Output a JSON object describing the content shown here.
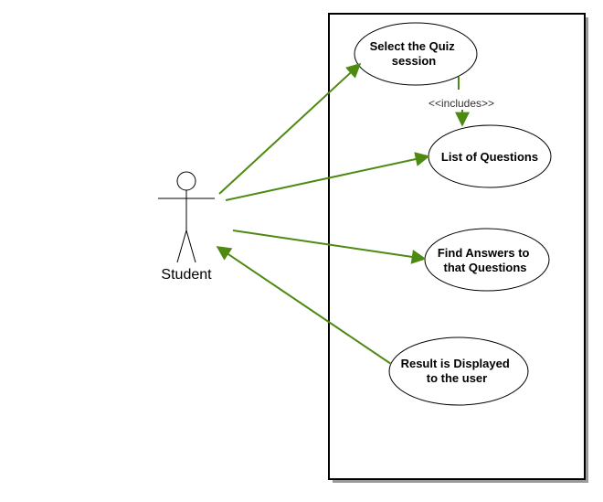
{
  "diagram": {
    "actor": {
      "name": "Student"
    },
    "use_cases": [
      {
        "id": "uc1",
        "lines": [
          "Select the Quiz",
          "session"
        ]
      },
      {
        "id": "uc2",
        "lines": [
          "List of Questions"
        ]
      },
      {
        "id": "uc3",
        "lines": [
          "Find Answers to",
          "that Questions"
        ]
      },
      {
        "id": "uc4",
        "lines": [
          "Result is Displayed",
          "to the user"
        ]
      }
    ],
    "relations": [
      {
        "from": "Student",
        "to": "uc1",
        "type": "association"
      },
      {
        "from": "Student",
        "to": "uc2",
        "type": "association"
      },
      {
        "from": "Student",
        "to": "uc3",
        "type": "association"
      },
      {
        "from": "uc4",
        "to": "Student",
        "type": "association"
      },
      {
        "from": "uc1",
        "to": "uc2",
        "type": "include",
        "label": "<<includes>>"
      }
    ],
    "colors": {
      "arrow": "#4e8a12",
      "outline": "#000000",
      "background": "#ffffff"
    }
  }
}
